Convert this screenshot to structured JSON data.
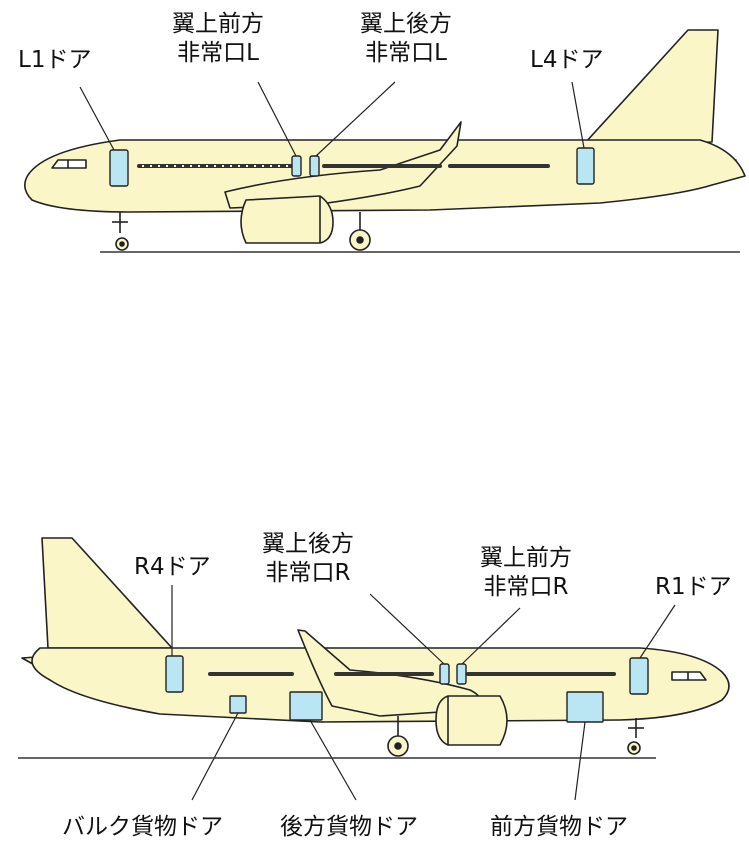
{
  "top": {
    "l1_door": "L1ドア",
    "overwing_front_l": {
      "line1": "翼上前方",
      "line2": "非常口L"
    },
    "overwing_rear_l": {
      "line1": "翼上後方",
      "line2": "非常口L"
    },
    "l4_door": "L4ドア"
  },
  "bottom": {
    "r4_door": "R4ドア",
    "overwing_rear_r": {
      "line1": "翼上後方",
      "line2": "非常口R"
    },
    "overwing_front_r": {
      "line1": "翼上前方",
      "line2": "非常口R"
    },
    "r1_door": "R1ドア",
    "bulk_cargo_door": "バルク貨物ドア",
    "aft_cargo_door": "後方貨物ドア",
    "fwd_cargo_door": "前方貨物ドア"
  },
  "colors": {
    "fuselage": "#fbf6c8",
    "door": "#b9e6f2",
    "outline": "#222222"
  }
}
